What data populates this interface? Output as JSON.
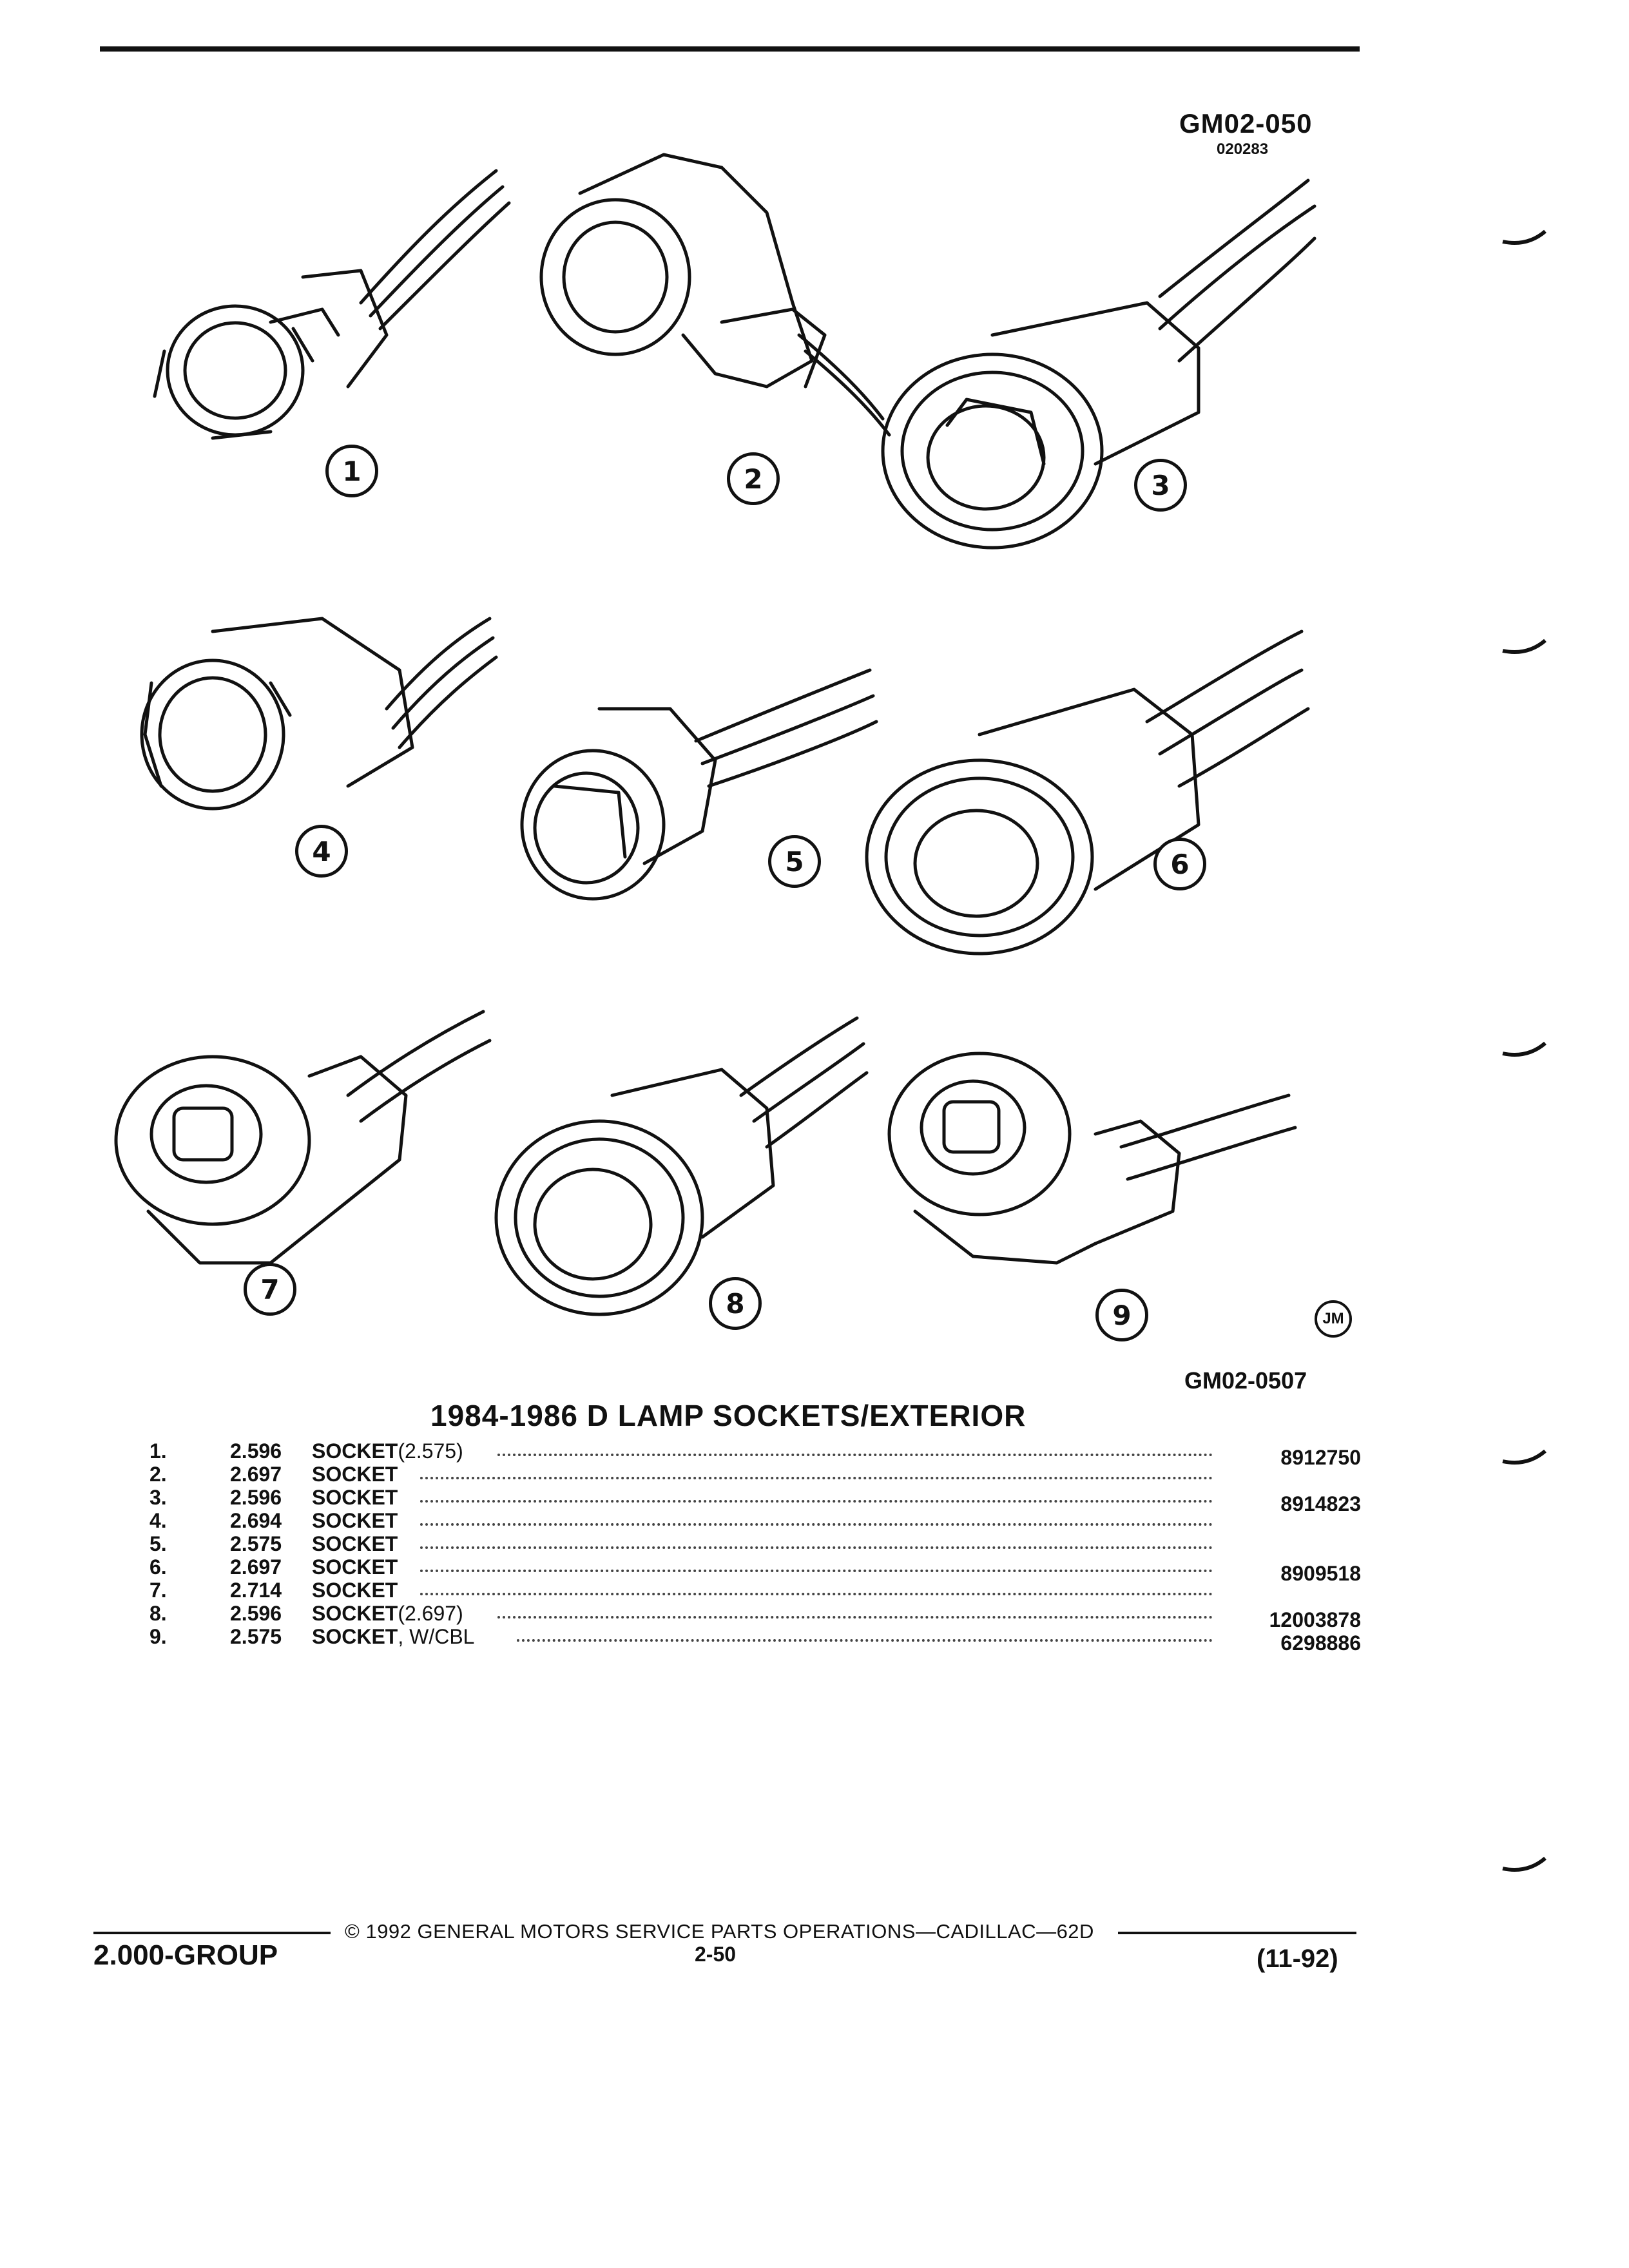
{
  "header": {
    "figure_code_top": "GM02-050",
    "figure_code_sub": "020283",
    "figure_code_bottom": "GM02-0507",
    "artist_mark": "JM"
  },
  "callouts": [
    "1",
    "2",
    "3",
    "4",
    "5",
    "6",
    "7",
    "8",
    "9"
  ],
  "section_title": "1984-1986 D LAMP SOCKETS/EXTERIOR",
  "parts": [
    {
      "num": "1.",
      "code": "2.596",
      "desc": "SOCKET",
      "note": "(2.575)",
      "part_no": "8912750"
    },
    {
      "num": "2.",
      "code": "2.697",
      "desc": "SOCKET",
      "note": "",
      "part_no": ""
    },
    {
      "num": "3.",
      "code": "2.596",
      "desc": "SOCKET",
      "note": "",
      "part_no": "8914823"
    },
    {
      "num": "4.",
      "code": "2.694",
      "desc": "SOCKET",
      "note": "",
      "part_no": ""
    },
    {
      "num": "5.",
      "code": "2.575",
      "desc": "SOCKET",
      "note": "",
      "part_no": ""
    },
    {
      "num": "6.",
      "code": "2.697",
      "desc": "SOCKET",
      "note": "",
      "part_no": "8909518"
    },
    {
      "num": "7.",
      "code": "2.714",
      "desc": "SOCKET",
      "note": "",
      "part_no": ""
    },
    {
      "num": "8.",
      "code": "2.596",
      "desc": "SOCKET",
      "note": "(2.697)",
      "part_no": "12003878"
    },
    {
      "num": "9.",
      "code": "2.575",
      "desc": "SOCKET",
      "note": ", W/CBL",
      "part_no": "6298886"
    }
  ],
  "footer": {
    "copyright": "© 1992 GENERAL MOTORS SERVICE PARTS OPERATIONS—CADILLAC—62D",
    "group": "2.000-GROUP",
    "page": "2-50",
    "date": "(11-92)"
  }
}
